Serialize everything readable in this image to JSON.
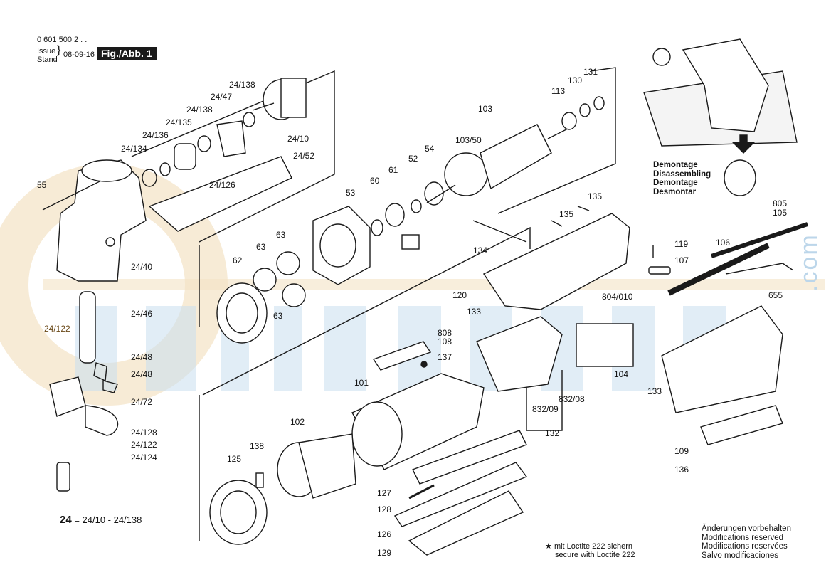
{
  "header": {
    "part_number": "0 601 500 2 . .",
    "issue_label": "Issue",
    "stand_label": "Stand",
    "date": "08-09-16",
    "figure": "Fig./Abb. 1"
  },
  "labels": [
    {
      "id": "55",
      "text": "55"
    },
    {
      "id": "24_134",
      "text": "24/134"
    },
    {
      "id": "24_136",
      "text": "24/136"
    },
    {
      "id": "24_135",
      "text": "24/135"
    },
    {
      "id": "24_138a",
      "text": "24/138"
    },
    {
      "id": "24_47",
      "text": "24/47"
    },
    {
      "id": "24_138b",
      "text": "24/138"
    },
    {
      "id": "24_10",
      "text": "24/10"
    },
    {
      "id": "24_52",
      "text": "24/52"
    },
    {
      "id": "24_126",
      "text": "24/126"
    },
    {
      "id": "24_40",
      "text": "24/40"
    },
    {
      "id": "24_46",
      "text": "24/46"
    },
    {
      "id": "24_122a",
      "text": "24/122"
    },
    {
      "id": "24_48a",
      "text": "24/48"
    },
    {
      "id": "24_48b",
      "text": "24/48"
    },
    {
      "id": "24_72",
      "text": "24/72"
    },
    {
      "id": "24_128",
      "text": "24/128"
    },
    {
      "id": "24_122b",
      "text": "24/122"
    },
    {
      "id": "24_124",
      "text": "24/124"
    },
    {
      "id": "62",
      "text": "62"
    },
    {
      "id": "63a",
      "text": "63"
    },
    {
      "id": "63b",
      "text": "63"
    },
    {
      "id": "63c",
      "text": "63"
    },
    {
      "id": "53",
      "text": "53"
    },
    {
      "id": "60",
      "text": "60"
    },
    {
      "id": "61",
      "text": "61"
    },
    {
      "id": "52",
      "text": "52"
    },
    {
      "id": "54",
      "text": "54"
    },
    {
      "id": "103",
      "text": "103"
    },
    {
      "id": "103_50",
      "text": "103/50"
    },
    {
      "id": "113",
      "text": "113"
    },
    {
      "id": "130",
      "text": "130"
    },
    {
      "id": "131",
      "text": "131"
    },
    {
      "id": "135a",
      "text": "135"
    },
    {
      "id": "135b",
      "text": "135"
    },
    {
      "id": "134",
      "text": "134"
    },
    {
      "id": "120",
      "text": "120"
    },
    {
      "id": "133a",
      "text": "133"
    },
    {
      "id": "804_010",
      "text": "804/010"
    },
    {
      "id": "805",
      "text": "805"
    },
    {
      "id": "105",
      "text": "105"
    },
    {
      "id": "119",
      "text": "119"
    },
    {
      "id": "107",
      "text": "107"
    },
    {
      "id": "106",
      "text": "106"
    },
    {
      "id": "655",
      "text": "655"
    },
    {
      "id": "808",
      "text": "808"
    },
    {
      "id": "108",
      "text": "108"
    },
    {
      "id": "137",
      "text": "137"
    },
    {
      "id": "101",
      "text": "101"
    },
    {
      "id": "104",
      "text": "104"
    },
    {
      "id": "133b",
      "text": "133"
    },
    {
      "id": "832_09",
      "text": "832/09"
    },
    {
      "id": "832_08",
      "text": "832/08"
    },
    {
      "id": "132",
      "text": "132"
    },
    {
      "id": "102",
      "text": "102"
    },
    {
      "id": "138",
      "text": "138"
    },
    {
      "id": "125",
      "text": "125"
    },
    {
      "id": "127",
      "text": "127"
    },
    {
      "id": "128",
      "text": "128"
    },
    {
      "id": "126",
      "text": "126"
    },
    {
      "id": "129",
      "text": "129"
    },
    {
      "id": "109",
      "text": "109"
    },
    {
      "id": "136",
      "text": "136"
    }
  ],
  "disassembly": [
    "Demontage",
    "Disassembling",
    "Demontage",
    "Desmontar"
  ],
  "legend": {
    "key": "24",
    "rest": "= 24/10 - 24/138"
  },
  "loctite": {
    "star": "★",
    "line1": "mit Loctite 222 sichern",
    "line2": "secure with Loctite 222"
  },
  "changes": [
    "Änderungen vorbehalten",
    "Modifications reserved",
    "Modifications reservées",
    "Salvo modificaciones"
  ],
  "watermark": ".com",
  "colors": {
    "ink": "#1a1a1a",
    "watermark": "#bcd6ea",
    "watermark_warm": "#f3e3c4"
  }
}
